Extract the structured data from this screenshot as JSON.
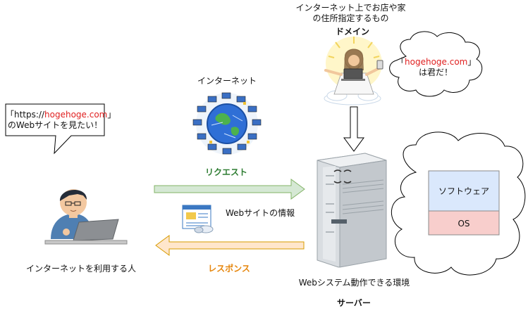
{
  "domain_top": {
    "line1": "インターネット上でお店や家",
    "line2": "の住所指定するもの",
    "title": "ドメイン"
  },
  "god_bubble": {
    "line1_pre": "「",
    "line1_domain": "hogehoge.com",
    "line1_post": "」",
    "line2": "は君だ！"
  },
  "internet_label": "インターネット",
  "user_bubble": {
    "line1_pre": "「https://",
    "line1_domain": "hogehoge.com",
    "line1_post": "」",
    "line2": "のWebサイトを見たい！"
  },
  "request_label": "リクエスト",
  "response_label": "レスポンス",
  "web_info_label": "Webサイトの情報",
  "user_label": "インターネットを利用する人",
  "server": {
    "env_label": "Webシステム動作できる環境",
    "title": "サーバー",
    "software_label": "ソフトウェア",
    "os_label": "OS"
  },
  "colors": {
    "request_text": "#2e7d32",
    "response_text": "#e6860c",
    "request_arrow_fill": "#d5e8d4",
    "request_arrow_stroke": "#82b366",
    "response_arrow_fill": "#ffe6cc",
    "response_arrow_stroke": "#d79b00",
    "software_fill": "#dae8fc",
    "os_fill": "#f8cecc",
    "domain_red": "#e02020"
  }
}
